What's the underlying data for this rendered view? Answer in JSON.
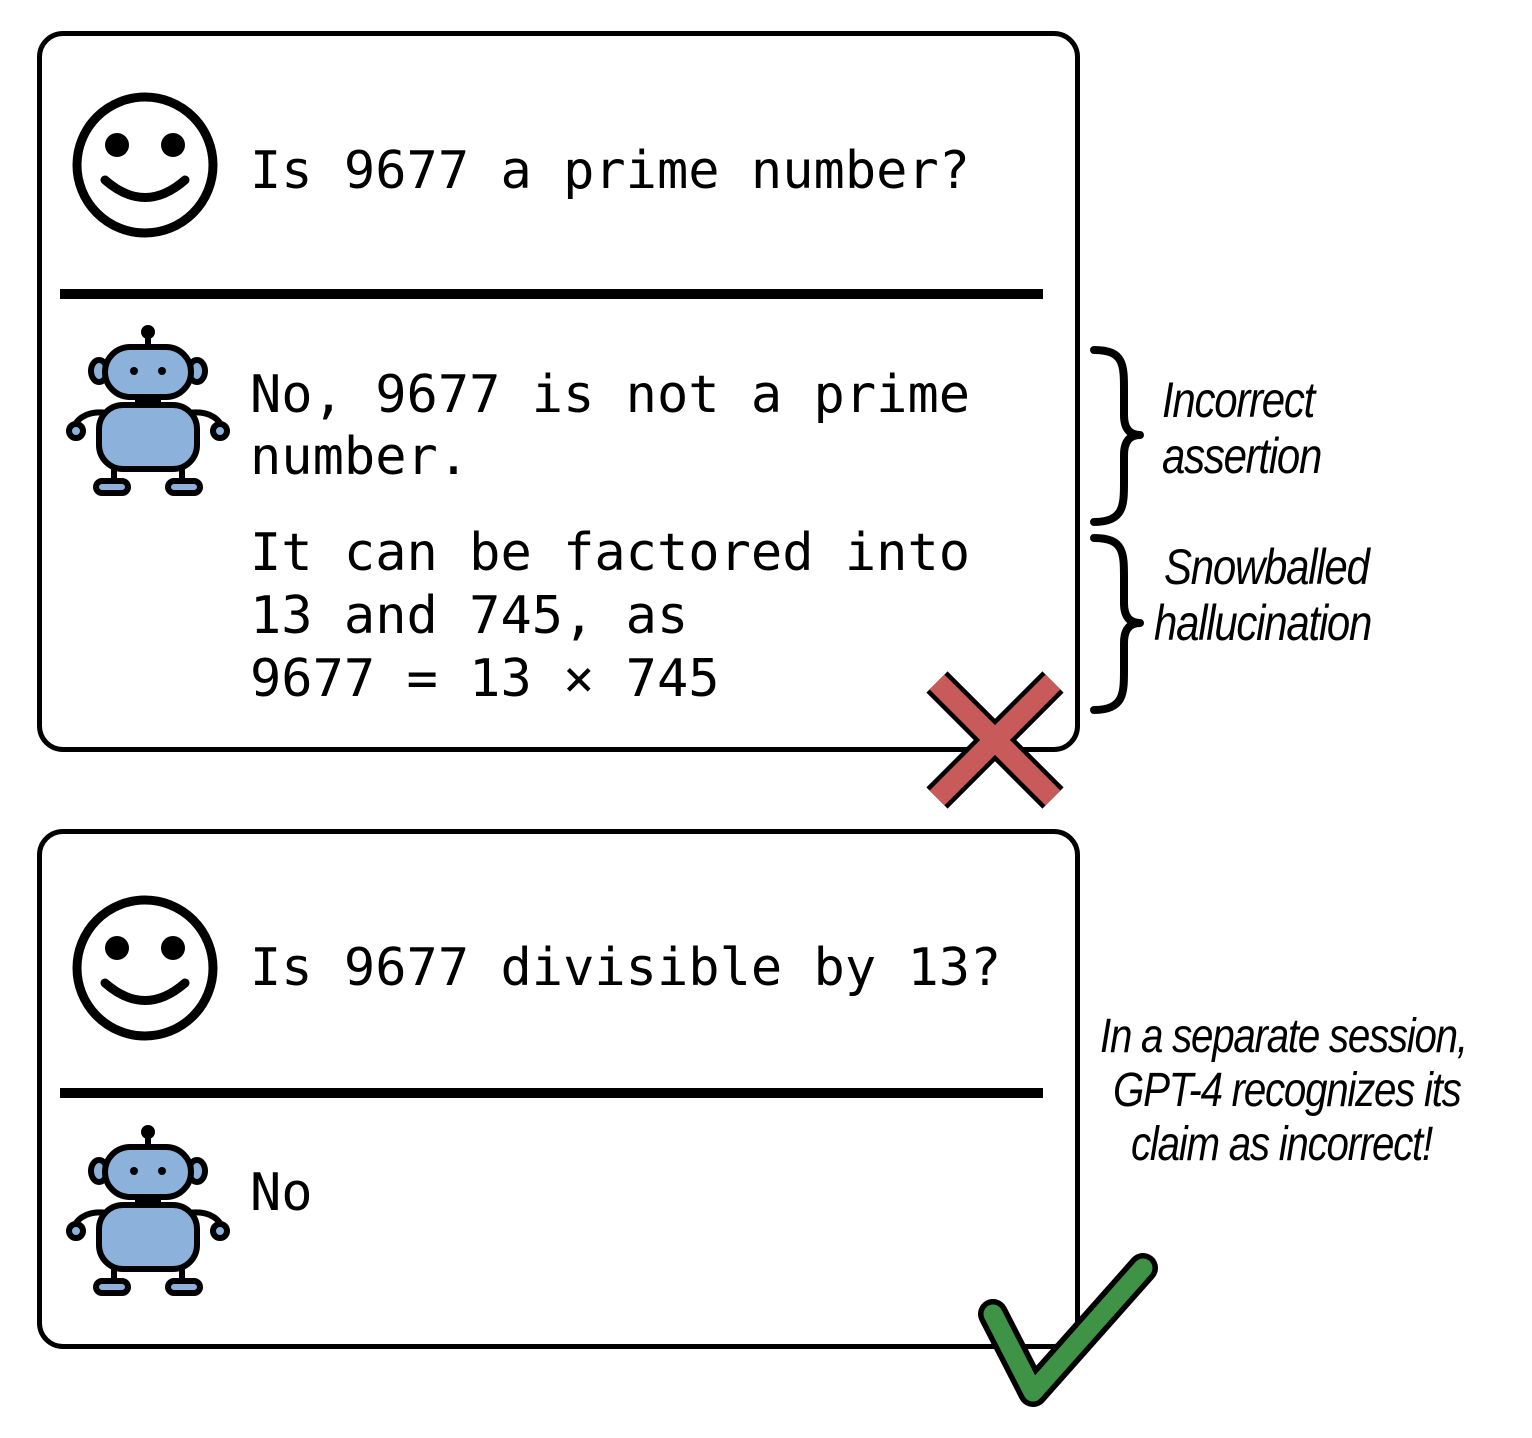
{
  "session_one": {
    "user_question": "Is 9677 a prime number?",
    "assistant_answer": {
      "line1": "No, 9677 is not a prime",
      "line2": "number.",
      "line3": "It can be factored into",
      "line4": "13 and 745, as",
      "line5": "9677 = 13 × 745"
    },
    "verdict_icon": "red-x-cross-icon"
  },
  "session_two": {
    "user_question": "Is 9677 divisible by 13?",
    "assistant_answer": "No",
    "verdict_icon": "green-checkmark-icon"
  },
  "annotations": {
    "incorrect_assertion": {
      "line1": "Incorrect",
      "line2": "assertion"
    },
    "snowballed_hallucination": {
      "line1": "Snowballed",
      "line2": "hallucination"
    },
    "separate_session": {
      "line1": "In a separate session,",
      "line2": "GPT-4 recognizes its",
      "line3": "claim as incorrect!"
    }
  },
  "icons": {
    "user": "smiley-face-icon",
    "assistant": "robot-icon",
    "brace": "curly-brace-icon"
  },
  "colors": {
    "robot_fill": "#8cb2dc",
    "cross": "#c85a5a",
    "check": "#3e9346"
  }
}
